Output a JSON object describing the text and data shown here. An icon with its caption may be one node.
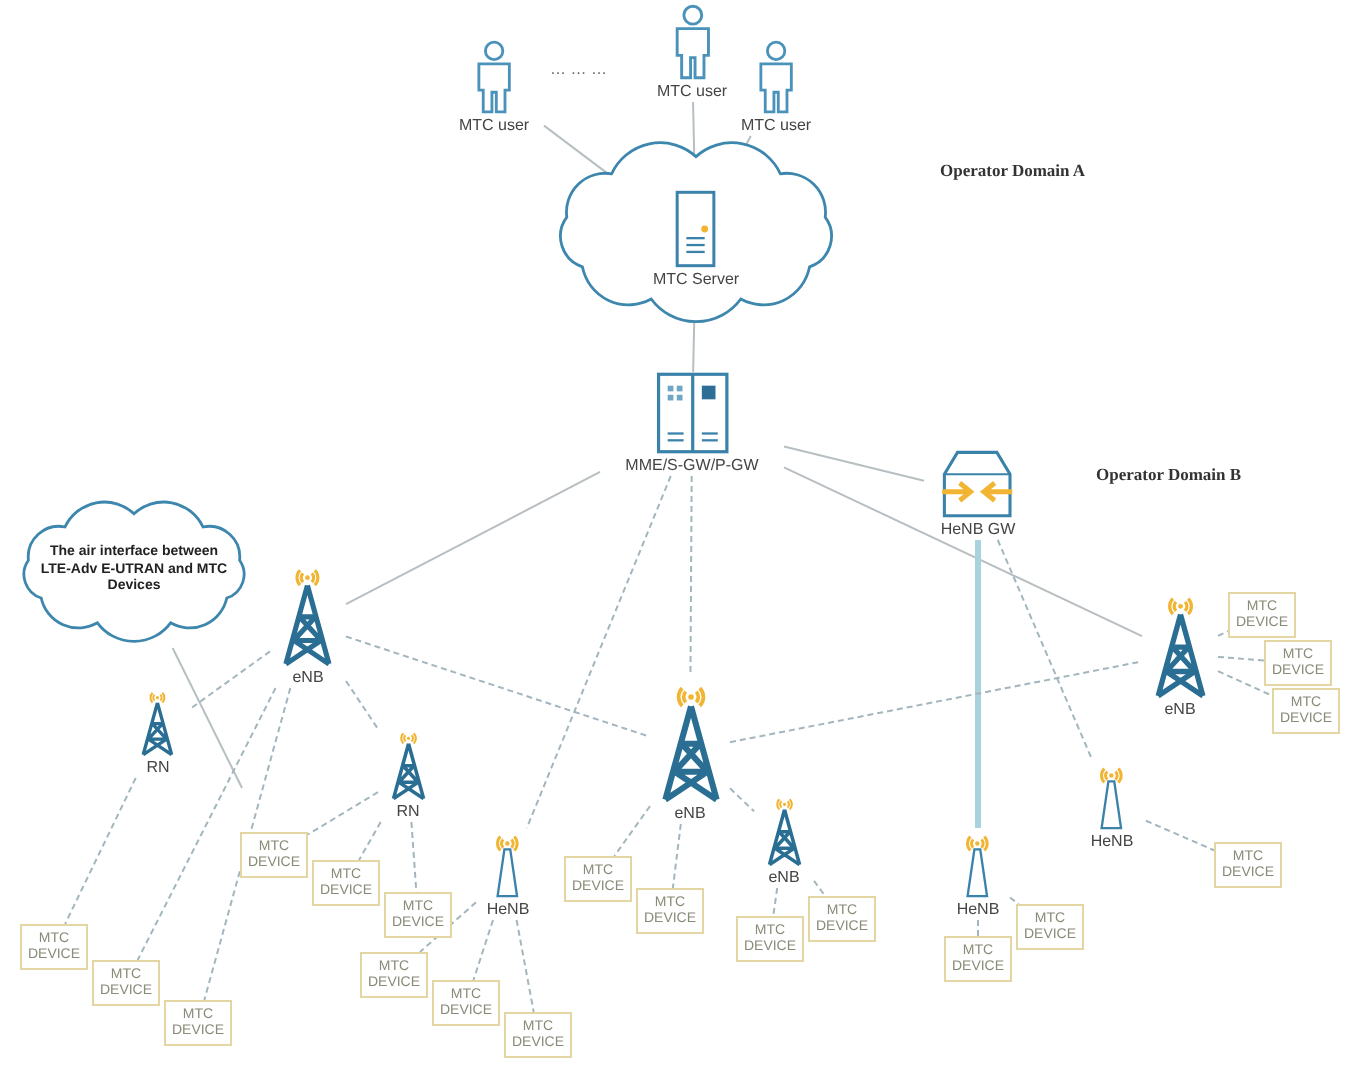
{
  "diagram": {
    "nodes": [
      {
        "text": [
          "MTC user"
        ]
      },
      {
        "text": [
          "MTC user"
        ]
      },
      {
        "text": [
          "MTC user"
        ]
      },
      {
        "text": [],
        "shape": "cloud"
      },
      {
        "text": [
          "MTC Server"
        ],
        "in": 3
      },
      {
        "text": [
          "MME/S-GW/P-GW"
        ]
      },
      {
        "text": [
          "HeNB GW"
        ]
      },
      {
        "text": [
          "The air interface between LTE-Adv E-UTRAN and MTC Devices"
        ]
      },
      {
        "text": [
          "eNB"
        ]
      },
      {
        "text": [
          "RN"
        ]
      },
      {
        "text": [
          "RN"
        ]
      },
      {
        "text": [
          "eNB"
        ]
      },
      {
        "text": [
          "eNB"
        ]
      },
      {
        "text": [
          "HeNB"
        ]
      },
      {
        "text": [
          "HeNB"
        ]
      },
      {
        "text": [
          "HeNB"
        ]
      },
      {
        "text": [
          "eNB"
        ]
      },
      {
        "text": [
          "MTC DEVICE"
        ]
      },
      {
        "text": [
          "MTC DEVICE"
        ]
      },
      {
        "text": [
          "MTC DEVICE"
        ]
      },
      {
        "text": [
          "MTC DEVICE"
        ]
      },
      {
        "text": [
          "MTC DEVICE"
        ]
      },
      {
        "text": [
          "MTC DEVICE"
        ]
      },
      {
        "text": [
          "MTC DEVICE"
        ]
      },
      {
        "text": [
          "MTC DEVICE"
        ]
      },
      {
        "text": [
          "MTC DEVICE"
        ]
      },
      {
        "text": [
          "MTC DEVICE"
        ]
      },
      {
        "text": [
          "MTC DEVICE"
        ]
      },
      {
        "text": [
          "MTC DEVICE"
        ]
      },
      {
        "text": [
          "MTC DEVICE"
        ]
      },
      {
        "text": [
          "MTC DEVICE"
        ]
      },
      {
        "text": [
          "MTC DEVICE"
        ]
      },
      {
        "text": [
          "MTC DEVICE"
        ]
      },
      {
        "text": [
          "MTC DEVICE"
        ]
      },
      {
        "text": [
          "MTC DEVICE"
        ]
      },
      {
        "text": [
          "MTC DEVICE"
        ]
      }
    ],
    "edges": [
      {
        "from": 0,
        "to": 4,
        "arrow": "none"
      },
      {
        "from": 1,
        "to": 4,
        "arrow": "none"
      },
      {
        "from": 2,
        "to": 4,
        "arrow": "none"
      },
      {
        "from": 4,
        "to": 5,
        "arrow": "none"
      },
      {
        "from": 5,
        "to": 6,
        "arrow": "none"
      },
      {
        "from": 5,
        "to": 8,
        "arrow": "none"
      },
      {
        "from": 5,
        "to": 16,
        "arrow": "none"
      },
      {
        "from": 6,
        "to": 14,
        "arrow": "none",
        "style": "thick",
        "color": "#a9d3dc"
      },
      {
        "from": 5,
        "to": 11,
        "arrow": "none",
        "style": "dashed"
      },
      {
        "from": 5,
        "to": 13,
        "arrow": "none",
        "style": "dashed"
      },
      {
        "from": 6,
        "to": 15,
        "arrow": "none",
        "style": "dashed"
      },
      {
        "from": 8,
        "to": 9,
        "arrow": "none",
        "style": "dashed"
      },
      {
        "from": 8,
        "to": 10,
        "arrow": "none",
        "style": "dashed"
      },
      {
        "from": 8,
        "to": 11,
        "arrow": "none",
        "style": "dashed"
      },
      {
        "from": 11,
        "to": 16,
        "arrow": "none",
        "style": "dashed"
      },
      {
        "from": 11,
        "to": 12,
        "arrow": "none",
        "style": "dashed"
      },
      {
        "from": 7,
        "to": null,
        "arrow": "none"
      },
      {
        "from": 9,
        "to": 17,
        "arrow": "none",
        "style": "dashed"
      },
      {
        "from": 8,
        "to": 18,
        "arrow": "none",
        "style": "dashed"
      },
      {
        "from": 8,
        "to": 19,
        "arrow": "none",
        "style": "dashed"
      },
      {
        "from": 10,
        "to": 20,
        "arrow": "none",
        "style": "dashed"
      },
      {
        "from": 10,
        "to": 21,
        "arrow": "none",
        "style": "dashed"
      },
      {
        "from": 10,
        "to": 22,
        "arrow": "none",
        "style": "dashed"
      },
      {
        "from": 13,
        "to": 23,
        "arrow": "none",
        "style": "dashed"
      },
      {
        "from": 13,
        "to": 24,
        "arrow": "none",
        "style": "dashed"
      },
      {
        "from": 13,
        "to": 25,
        "arrow": "none",
        "style": "dashed"
      },
      {
        "from": 11,
        "to": 26,
        "arrow": "none",
        "style": "dashed"
      },
      {
        "from": 11,
        "to": 27,
        "arrow": "none",
        "style": "dashed"
      },
      {
        "from": 12,
        "to": 28,
        "arrow": "none",
        "style": "dashed"
      },
      {
        "from": 12,
        "to": 29,
        "arrow": "none",
        "style": "dashed"
      },
      {
        "from": 14,
        "to": 30,
        "arrow": "none",
        "style": "dashed"
      },
      {
        "from": 14,
        "to": 31,
        "arrow": "none",
        "style": "dashed"
      },
      {
        "from": 15,
        "to": 32,
        "arrow": "none",
        "style": "dashed"
      },
      {
        "from": 16,
        "to": 33,
        "arrow": "none",
        "style": "dashed"
      },
      {
        "from": 16,
        "to": 34,
        "arrow": "none",
        "style": "dashed"
      },
      {
        "from": 16,
        "to": 35,
        "arrow": "none",
        "style": "dashed"
      }
    ],
    "labels": [
      "… … …",
      "Operator Domain A",
      "Operator Domain B"
    ]
  }
}
